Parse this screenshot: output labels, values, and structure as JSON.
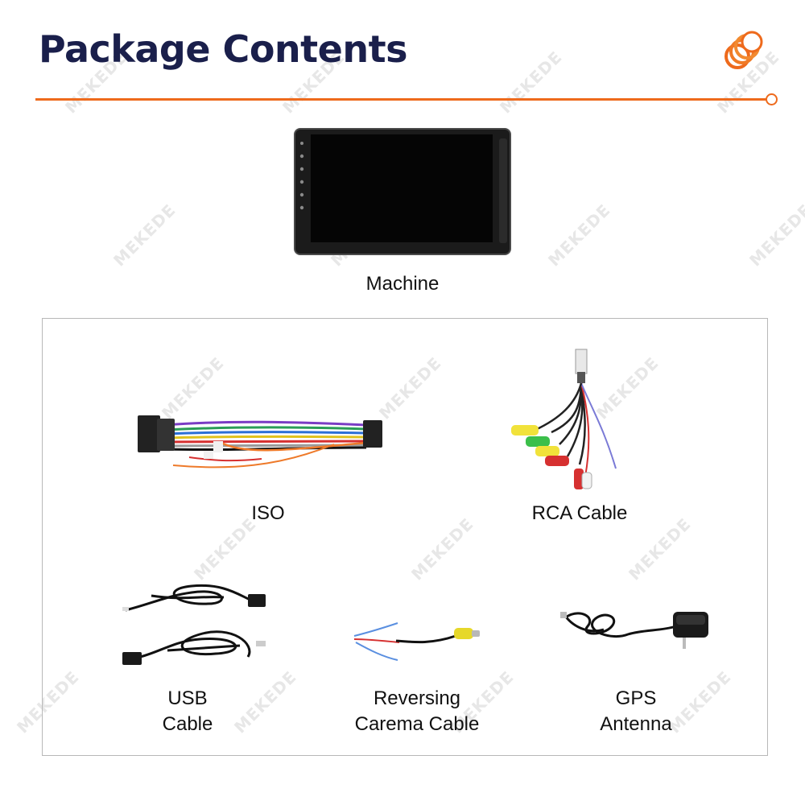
{
  "header": {
    "title": "Package Contents"
  },
  "brand": {
    "watermark": "MEKEDE",
    "accent_color": "#ee6a1c",
    "title_color": "#1a1f4b",
    "logo_icon": "coil-logo-icon"
  },
  "items": {
    "machine": {
      "label": "Machine",
      "icon": "car-stereo-screen"
    },
    "iso": {
      "label": "ISO",
      "icon": "iso-harness"
    },
    "rca": {
      "label": "RCA Cable",
      "icon": "rca-cable"
    },
    "usb": {
      "label_line1": "USB",
      "label_line2": "Cable",
      "icon": "usb-cable"
    },
    "reversing": {
      "label_line1": "Reversing",
      "label_line2": "Carema Cable",
      "icon": "reversing-camera-cable"
    },
    "gps": {
      "label_line1": "GPS",
      "label_line2": "Antenna",
      "icon": "gps-antenna"
    }
  }
}
